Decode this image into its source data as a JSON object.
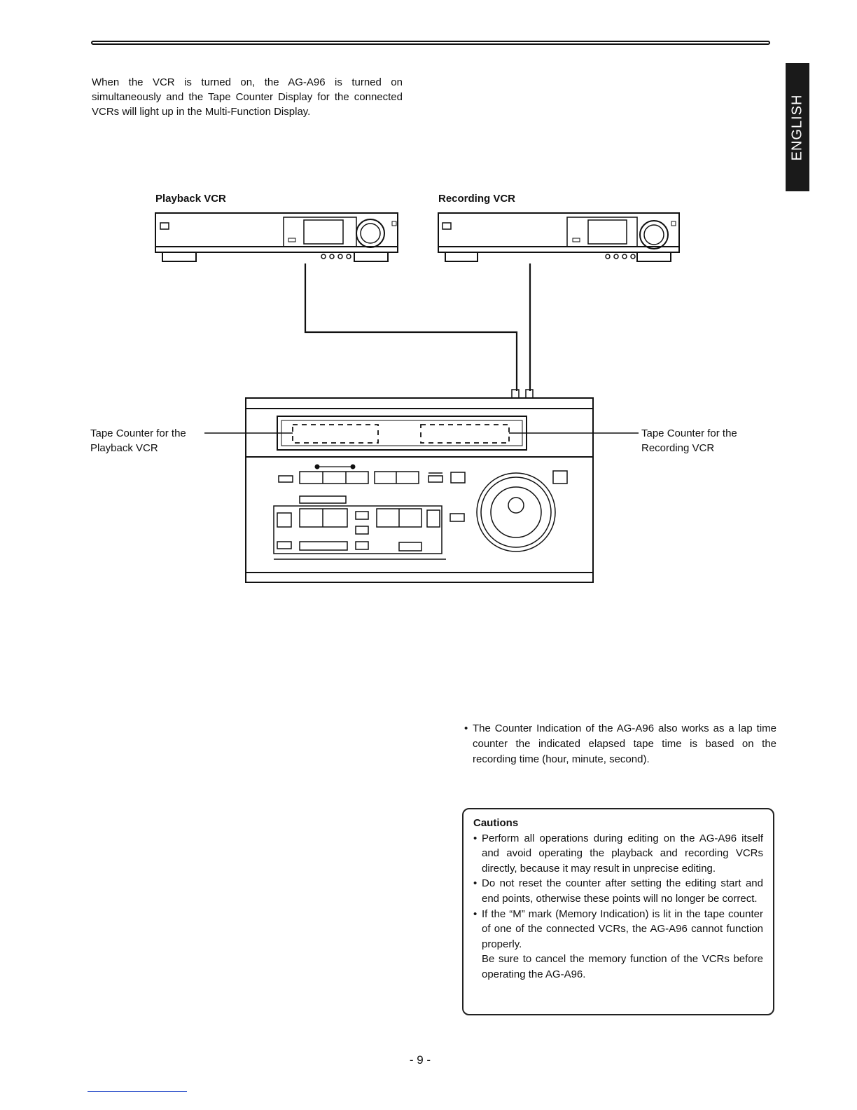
{
  "side_tab": {
    "label": "ENGLISH"
  },
  "intro": {
    "text": "When the VCR is turned on, the AG-A96 is turned on simultaneously and the Tape Counter Display for the connected VCRs will light up in the Multi-Function Display."
  },
  "diagram": {
    "playback_vcr_label": "Playback VCR",
    "recording_vcr_label": "Recording VCR",
    "callout_left_line1": "Tape Counter for the",
    "callout_left_line2": "Playback VCR",
    "callout_right_line1": "Tape Counter for the",
    "callout_right_line2": "Recording VCR"
  },
  "note": {
    "bullet": "•",
    "text": "The Counter Indication of the AG-A96 also works as a lap time counter the indicated elapsed tape time is based on the recording time (hour, minute, second)."
  },
  "cautions": {
    "title": "Cautions",
    "items": [
      "Perform all operations during editing on the AG-A96 itself and avoid operating the playback and recording VCRs directly, because it may result in unprecise editing.",
      "Do not reset the counter after setting the editing start and end points, otherwise these points will no longer be correct.",
      "If the “M” mark (Memory Indication) is lit in the tape counter of one of the connected VCRs, the AG-A96 cannot function properly."
    ],
    "followup": "Be sure to cancel the memory function of the VCRs before operating the AG-A96."
  },
  "footer": {
    "page_number": "- 9 -"
  }
}
